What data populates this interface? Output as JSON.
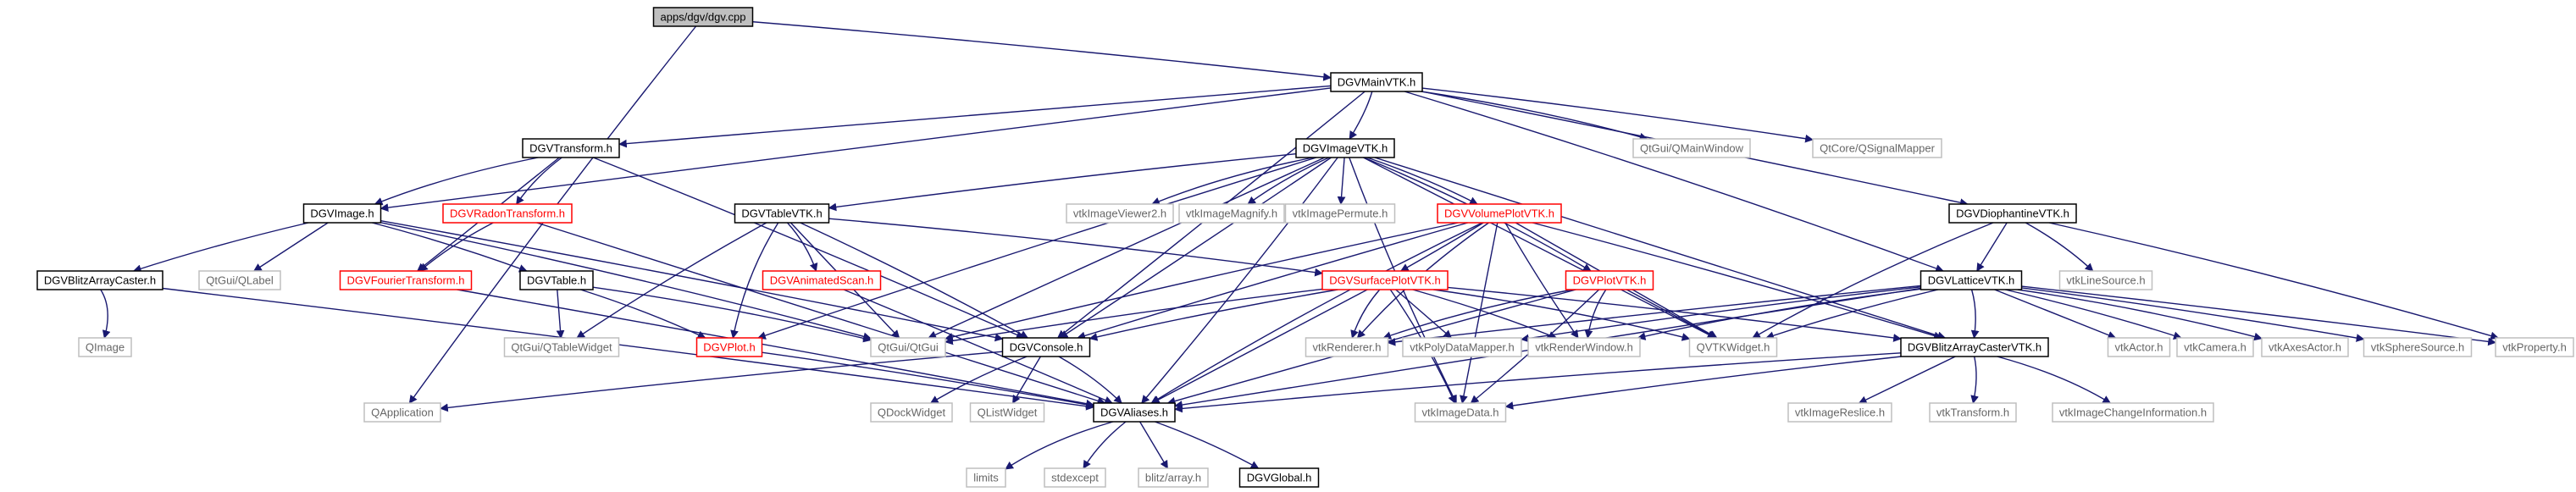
{
  "diagram": {
    "title": "apps/dgv/dgv.cpp include dependency graph",
    "colors": {
      "edge_default": "#191970",
      "edge_grey": "#a9a9a9",
      "edge_red": "#ff0000",
      "node_default_border": "#000000",
      "node_grey_border": "#bfbfbf",
      "node_red_border": "#ff0000",
      "node_root_fill": "#bfbfbf",
      "text_default": "#000000",
      "text_grey": "#666666",
      "text_red": "#ff0000"
    },
    "nodes": [
      {
        "id": "dgv",
        "label": "apps/dgv/dgv.cpp",
        "style": "root"
      },
      {
        "id": "mainvtk",
        "label": "DGVMainVTK.h",
        "style": "normal"
      },
      {
        "id": "transform",
        "label": "DGVTransform.h",
        "style": "normal"
      },
      {
        "id": "imagevtk",
        "label": "DGVImageVTK.h",
        "style": "normal"
      },
      {
        "id": "qmainwindow",
        "label": "QtGui/QMainWindow",
        "style": "grey"
      },
      {
        "id": "qsignalmapper",
        "label": "QtCore/QSignalMapper",
        "style": "grey"
      },
      {
        "id": "diophantine",
        "label": "DGVDiophantineVTK.h",
        "style": "normal"
      },
      {
        "id": "dgvimage",
        "label": "DGVImage.h",
        "style": "normal"
      },
      {
        "id": "radon",
        "label": "DGVRadonTransform.h",
        "style": "red"
      },
      {
        "id": "tablevtk",
        "label": "DGVTableVTK.h",
        "style": "normal"
      },
      {
        "id": "imageviewer2",
        "label": "vtkImageViewer2.h",
        "style": "grey"
      },
      {
        "id": "imagemagnify",
        "label": "vtkImageMagnify.h",
        "style": "grey"
      },
      {
        "id": "imagepermute",
        "label": "vtkImagePermute.h",
        "style": "grey"
      },
      {
        "id": "volumeplot",
        "label": "DGVVolumePlotVTK.h",
        "style": "red"
      },
      {
        "id": "lattice",
        "label": "DGVLatticeVTK.h",
        "style": "normal"
      },
      {
        "id": "linesource",
        "label": "vtkLineSource.h",
        "style": "grey"
      },
      {
        "id": "blitzcaster",
        "label": "DGVBlitzArrayCaster.h",
        "style": "normal"
      },
      {
        "id": "qlabel",
        "label": "QtGui/QLabel",
        "style": "grey"
      },
      {
        "id": "fourier",
        "label": "DGVFourierTransform.h",
        "style": "red"
      },
      {
        "id": "dgvtable",
        "label": "DGVTable.h",
        "style": "normal"
      },
      {
        "id": "animscan",
        "label": "DGVAnimatedScan.h",
        "style": "red"
      },
      {
        "id": "surfaceplot",
        "label": "DGVSurfacePlotVTK.h",
        "style": "red"
      },
      {
        "id": "plotvtk",
        "label": "DGVPlotVTK.h",
        "style": "red"
      },
      {
        "id": "qimage",
        "label": "QImage",
        "style": "grey"
      },
      {
        "id": "qtablewidget",
        "label": "QtGui/QTableWidget",
        "style": "grey"
      },
      {
        "id": "dgvplot",
        "label": "DGVPlot.h",
        "style": "red"
      },
      {
        "id": "qtgui",
        "label": "QtGui/QtGui",
        "style": "grey"
      },
      {
        "id": "console",
        "label": "DGVConsole.h",
        "style": "normal"
      },
      {
        "id": "renderer",
        "label": "vtkRenderer.h",
        "style": "grey"
      },
      {
        "id": "polymapper",
        "label": "vtkPolyDataMapper.h",
        "style": "grey"
      },
      {
        "id": "renderwindow",
        "label": "vtkRenderWindow.h",
        "style": "grey"
      },
      {
        "id": "qvtkwidget",
        "label": "QVTKWidget.h",
        "style": "grey"
      },
      {
        "id": "blitzcastervtk",
        "label": "DGVBlitzArrayCasterVTK.h",
        "style": "normal"
      },
      {
        "id": "actor",
        "label": "vtkActor.h",
        "style": "grey"
      },
      {
        "id": "camera",
        "label": "vtkCamera.h",
        "style": "grey"
      },
      {
        "id": "axesactor",
        "label": "vtkAxesActor.h",
        "style": "grey"
      },
      {
        "id": "spheresource",
        "label": "vtkSphereSource.h",
        "style": "grey"
      },
      {
        "id": "property",
        "label": "vtkProperty.h",
        "style": "grey"
      },
      {
        "id": "qapplication",
        "label": "QApplication",
        "style": "grey"
      },
      {
        "id": "qdockwidget",
        "label": "QDockWidget",
        "style": "grey"
      },
      {
        "id": "qlistwidget",
        "label": "QListWidget",
        "style": "grey"
      },
      {
        "id": "aliases",
        "label": "DGVAliases.h",
        "style": "normal"
      },
      {
        "id": "imagedata",
        "label": "vtkImageData.h",
        "style": "grey"
      },
      {
        "id": "imagereslice",
        "label": "vtkImageReslice.h",
        "style": "grey"
      },
      {
        "id": "vtktransform",
        "label": "vtkTransform.h",
        "style": "grey"
      },
      {
        "id": "imagechangeinfo",
        "label": "vtkImageChangeInformation.h",
        "style": "grey"
      },
      {
        "id": "limits",
        "label": "limits",
        "style": "grey"
      },
      {
        "id": "stdexcept",
        "label": "stdexcept",
        "style": "grey"
      },
      {
        "id": "blitzarray",
        "label": "blitz/array.h",
        "style": "grey"
      },
      {
        "id": "dgvglobal",
        "label": "DGVGlobal.h",
        "style": "normal"
      }
    ],
    "edges": [
      {
        "from": "dgv",
        "to": "mainvtk",
        "style": "default"
      },
      {
        "from": "dgv",
        "to": "qapplication",
        "style": "default"
      },
      {
        "from": "mainvtk",
        "to": "transform",
        "style": "default"
      },
      {
        "from": "mainvtk",
        "to": "imagevtk",
        "style": "default"
      },
      {
        "from": "mainvtk",
        "to": "qmainwindow",
        "style": "default"
      },
      {
        "from": "mainvtk",
        "to": "qsignalmapper",
        "style": "default"
      },
      {
        "from": "mainvtk",
        "to": "diophantine",
        "style": "default"
      },
      {
        "from": "mainvtk",
        "to": "dgvimage",
        "style": "default"
      },
      {
        "from": "mainvtk",
        "to": "console",
        "style": "default"
      },
      {
        "from": "mainvtk",
        "to": "lattice",
        "style": "default"
      },
      {
        "from": "transform",
        "to": "dgvimage",
        "style": "default"
      },
      {
        "from": "transform",
        "to": "radon",
        "style": "default"
      },
      {
        "from": "transform",
        "to": "fourier",
        "style": "default"
      },
      {
        "from": "transform",
        "to": "console",
        "style": "default"
      },
      {
        "from": "imagevtk",
        "to": "tablevtk",
        "style": "default"
      },
      {
        "from": "imagevtk",
        "to": "imageviewer2",
        "style": "default"
      },
      {
        "from": "imagevtk",
        "to": "imagemagnify",
        "style": "default"
      },
      {
        "from": "imagevtk",
        "to": "imagepermute",
        "style": "default"
      },
      {
        "from": "imagevtk",
        "to": "volumeplot",
        "style": "default"
      },
      {
        "from": "imagevtk",
        "to": "plotvtk",
        "style": "default"
      },
      {
        "from": "imagevtk",
        "to": "qvtkwidget",
        "style": "default"
      },
      {
        "from": "imagevtk",
        "to": "blitzcastervtk",
        "style": "default"
      },
      {
        "from": "imagevtk",
        "to": "qtgui",
        "style": "default"
      },
      {
        "from": "imagevtk",
        "to": "console",
        "style": "default"
      },
      {
        "from": "imagevtk",
        "to": "aliases",
        "style": "default"
      },
      {
        "from": "imagevtk",
        "to": "imagedata",
        "style": "default"
      },
      {
        "from": "imagevtk",
        "to": "dgvplot",
        "style": "default"
      },
      {
        "from": "diophantine",
        "to": "lattice",
        "style": "default"
      },
      {
        "from": "diophantine",
        "to": "linesource",
        "style": "default"
      },
      {
        "from": "diophantine",
        "to": "property",
        "style": "default"
      },
      {
        "from": "diophantine",
        "to": "qvtkwidget",
        "style": "default"
      },
      {
        "from": "dgvimage",
        "to": "blitzcaster",
        "style": "default"
      },
      {
        "from": "dgvimage",
        "to": "qlabel",
        "style": "default"
      },
      {
        "from": "dgvimage",
        "to": "dgvtable",
        "style": "default"
      },
      {
        "from": "dgvimage",
        "to": "qtgui",
        "style": "default"
      },
      {
        "from": "dgvimage",
        "to": "console",
        "style": "default"
      },
      {
        "from": "radon",
        "to": "fourier",
        "style": "default"
      },
      {
        "from": "radon",
        "to": "aliases",
        "style": "default"
      },
      {
        "from": "tablevtk",
        "to": "animscan",
        "style": "default"
      },
      {
        "from": "tablevtk",
        "to": "surfaceplot",
        "style": "default"
      },
      {
        "from": "tablevtk",
        "to": "dgvplot",
        "style": "default"
      },
      {
        "from": "tablevtk",
        "to": "qtablewidget",
        "style": "default"
      },
      {
        "from": "tablevtk",
        "to": "qtgui",
        "style": "default"
      },
      {
        "from": "tablevtk",
        "to": "console",
        "style": "default"
      },
      {
        "from": "volumeplot",
        "to": "surfaceplot",
        "style": "default"
      },
      {
        "from": "volumeplot",
        "to": "renderer",
        "style": "default"
      },
      {
        "from": "volumeplot",
        "to": "renderwindow",
        "style": "default"
      },
      {
        "from": "volumeplot",
        "to": "qvtkwidget",
        "style": "default"
      },
      {
        "from": "volumeplot",
        "to": "blitzcastervtk",
        "style": "default"
      },
      {
        "from": "volumeplot",
        "to": "console",
        "style": "default"
      },
      {
        "from": "volumeplot",
        "to": "aliases",
        "style": "default"
      },
      {
        "from": "volumeplot",
        "to": "qtgui",
        "style": "default"
      },
      {
        "from": "volumeplot",
        "to": "imagedata",
        "style": "default"
      },
      {
        "from": "lattice",
        "to": "renderer",
        "style": "default"
      },
      {
        "from": "lattice",
        "to": "polymapper",
        "style": "default"
      },
      {
        "from": "lattice",
        "to": "renderwindow",
        "style": "default"
      },
      {
        "from": "lattice",
        "to": "qvtkwidget",
        "style": "default"
      },
      {
        "from": "lattice",
        "to": "actor",
        "style": "default"
      },
      {
        "from": "lattice",
        "to": "camera",
        "style": "default"
      },
      {
        "from": "lattice",
        "to": "axesactor",
        "style": "default"
      },
      {
        "from": "lattice",
        "to": "spheresource",
        "style": "default"
      },
      {
        "from": "lattice",
        "to": "property",
        "style": "default"
      },
      {
        "from": "lattice",
        "to": "aliases",
        "style": "default"
      },
      {
        "from": "lattice",
        "to": "blitzcastervtk",
        "style": "default"
      },
      {
        "from": "blitzcaster",
        "to": "qimage",
        "style": "default"
      },
      {
        "from": "blitzcaster",
        "to": "aliases",
        "style": "default"
      },
      {
        "from": "fourier",
        "to": "aliases",
        "style": "default"
      },
      {
        "from": "dgvtable",
        "to": "qtablewidget",
        "style": "default"
      },
      {
        "from": "dgvtable",
        "to": "dgvplot",
        "style": "default"
      },
      {
        "from": "dgvtable",
        "to": "qtgui",
        "style": "default"
      },
      {
        "from": "animscan",
        "to": "aliases",
        "style": "default"
      },
      {
        "from": "surfaceplot",
        "to": "renderer",
        "style": "default"
      },
      {
        "from": "surfaceplot",
        "to": "polymapper",
        "style": "default"
      },
      {
        "from": "surfaceplot",
        "to": "renderwindow",
        "style": "default"
      },
      {
        "from": "surfaceplot",
        "to": "qvtkwidget",
        "style": "default"
      },
      {
        "from": "surfaceplot",
        "to": "blitzcastervtk",
        "style": "default"
      },
      {
        "from": "surfaceplot",
        "to": "console",
        "style": "default"
      },
      {
        "from": "surfaceplot",
        "to": "aliases",
        "style": "default"
      },
      {
        "from": "surfaceplot",
        "to": "imagedata",
        "style": "default"
      },
      {
        "from": "surfaceplot",
        "to": "qtgui",
        "style": "default"
      },
      {
        "from": "plotvtk",
        "to": "renderer",
        "style": "default"
      },
      {
        "from": "plotvtk",
        "to": "renderwindow",
        "style": "default"
      },
      {
        "from": "plotvtk",
        "to": "qvtkwidget",
        "style": "default"
      },
      {
        "from": "plotvtk",
        "to": "aliases",
        "style": "default"
      },
      {
        "from": "plotvtk",
        "to": "imagedata",
        "style": "default"
      },
      {
        "from": "dgvplot",
        "to": "aliases",
        "style": "default"
      },
      {
        "from": "console",
        "to": "qdockwidget",
        "style": "default"
      },
      {
        "from": "console",
        "to": "qlistwidget",
        "style": "default"
      },
      {
        "from": "console",
        "to": "aliases",
        "style": "default"
      },
      {
        "from": "console",
        "to": "qapplication",
        "style": "default"
      },
      {
        "from": "blitzcastervtk",
        "to": "aliases",
        "style": "default"
      },
      {
        "from": "blitzcastervtk",
        "to": "imagedata",
        "style": "default"
      },
      {
        "from": "blitzcastervtk",
        "to": "imagereslice",
        "style": "default"
      },
      {
        "from": "blitzcastervtk",
        "to": "vtktransform",
        "style": "default"
      },
      {
        "from": "blitzcastervtk",
        "to": "imagechangeinfo",
        "style": "default"
      },
      {
        "from": "aliases",
        "to": "limits",
        "style": "default"
      },
      {
        "from": "aliases",
        "to": "stdexcept",
        "style": "default"
      },
      {
        "from": "aliases",
        "to": "blitzarray",
        "style": "default"
      },
      {
        "from": "aliases",
        "to": "dgvglobal",
        "style": "default"
      }
    ]
  }
}
